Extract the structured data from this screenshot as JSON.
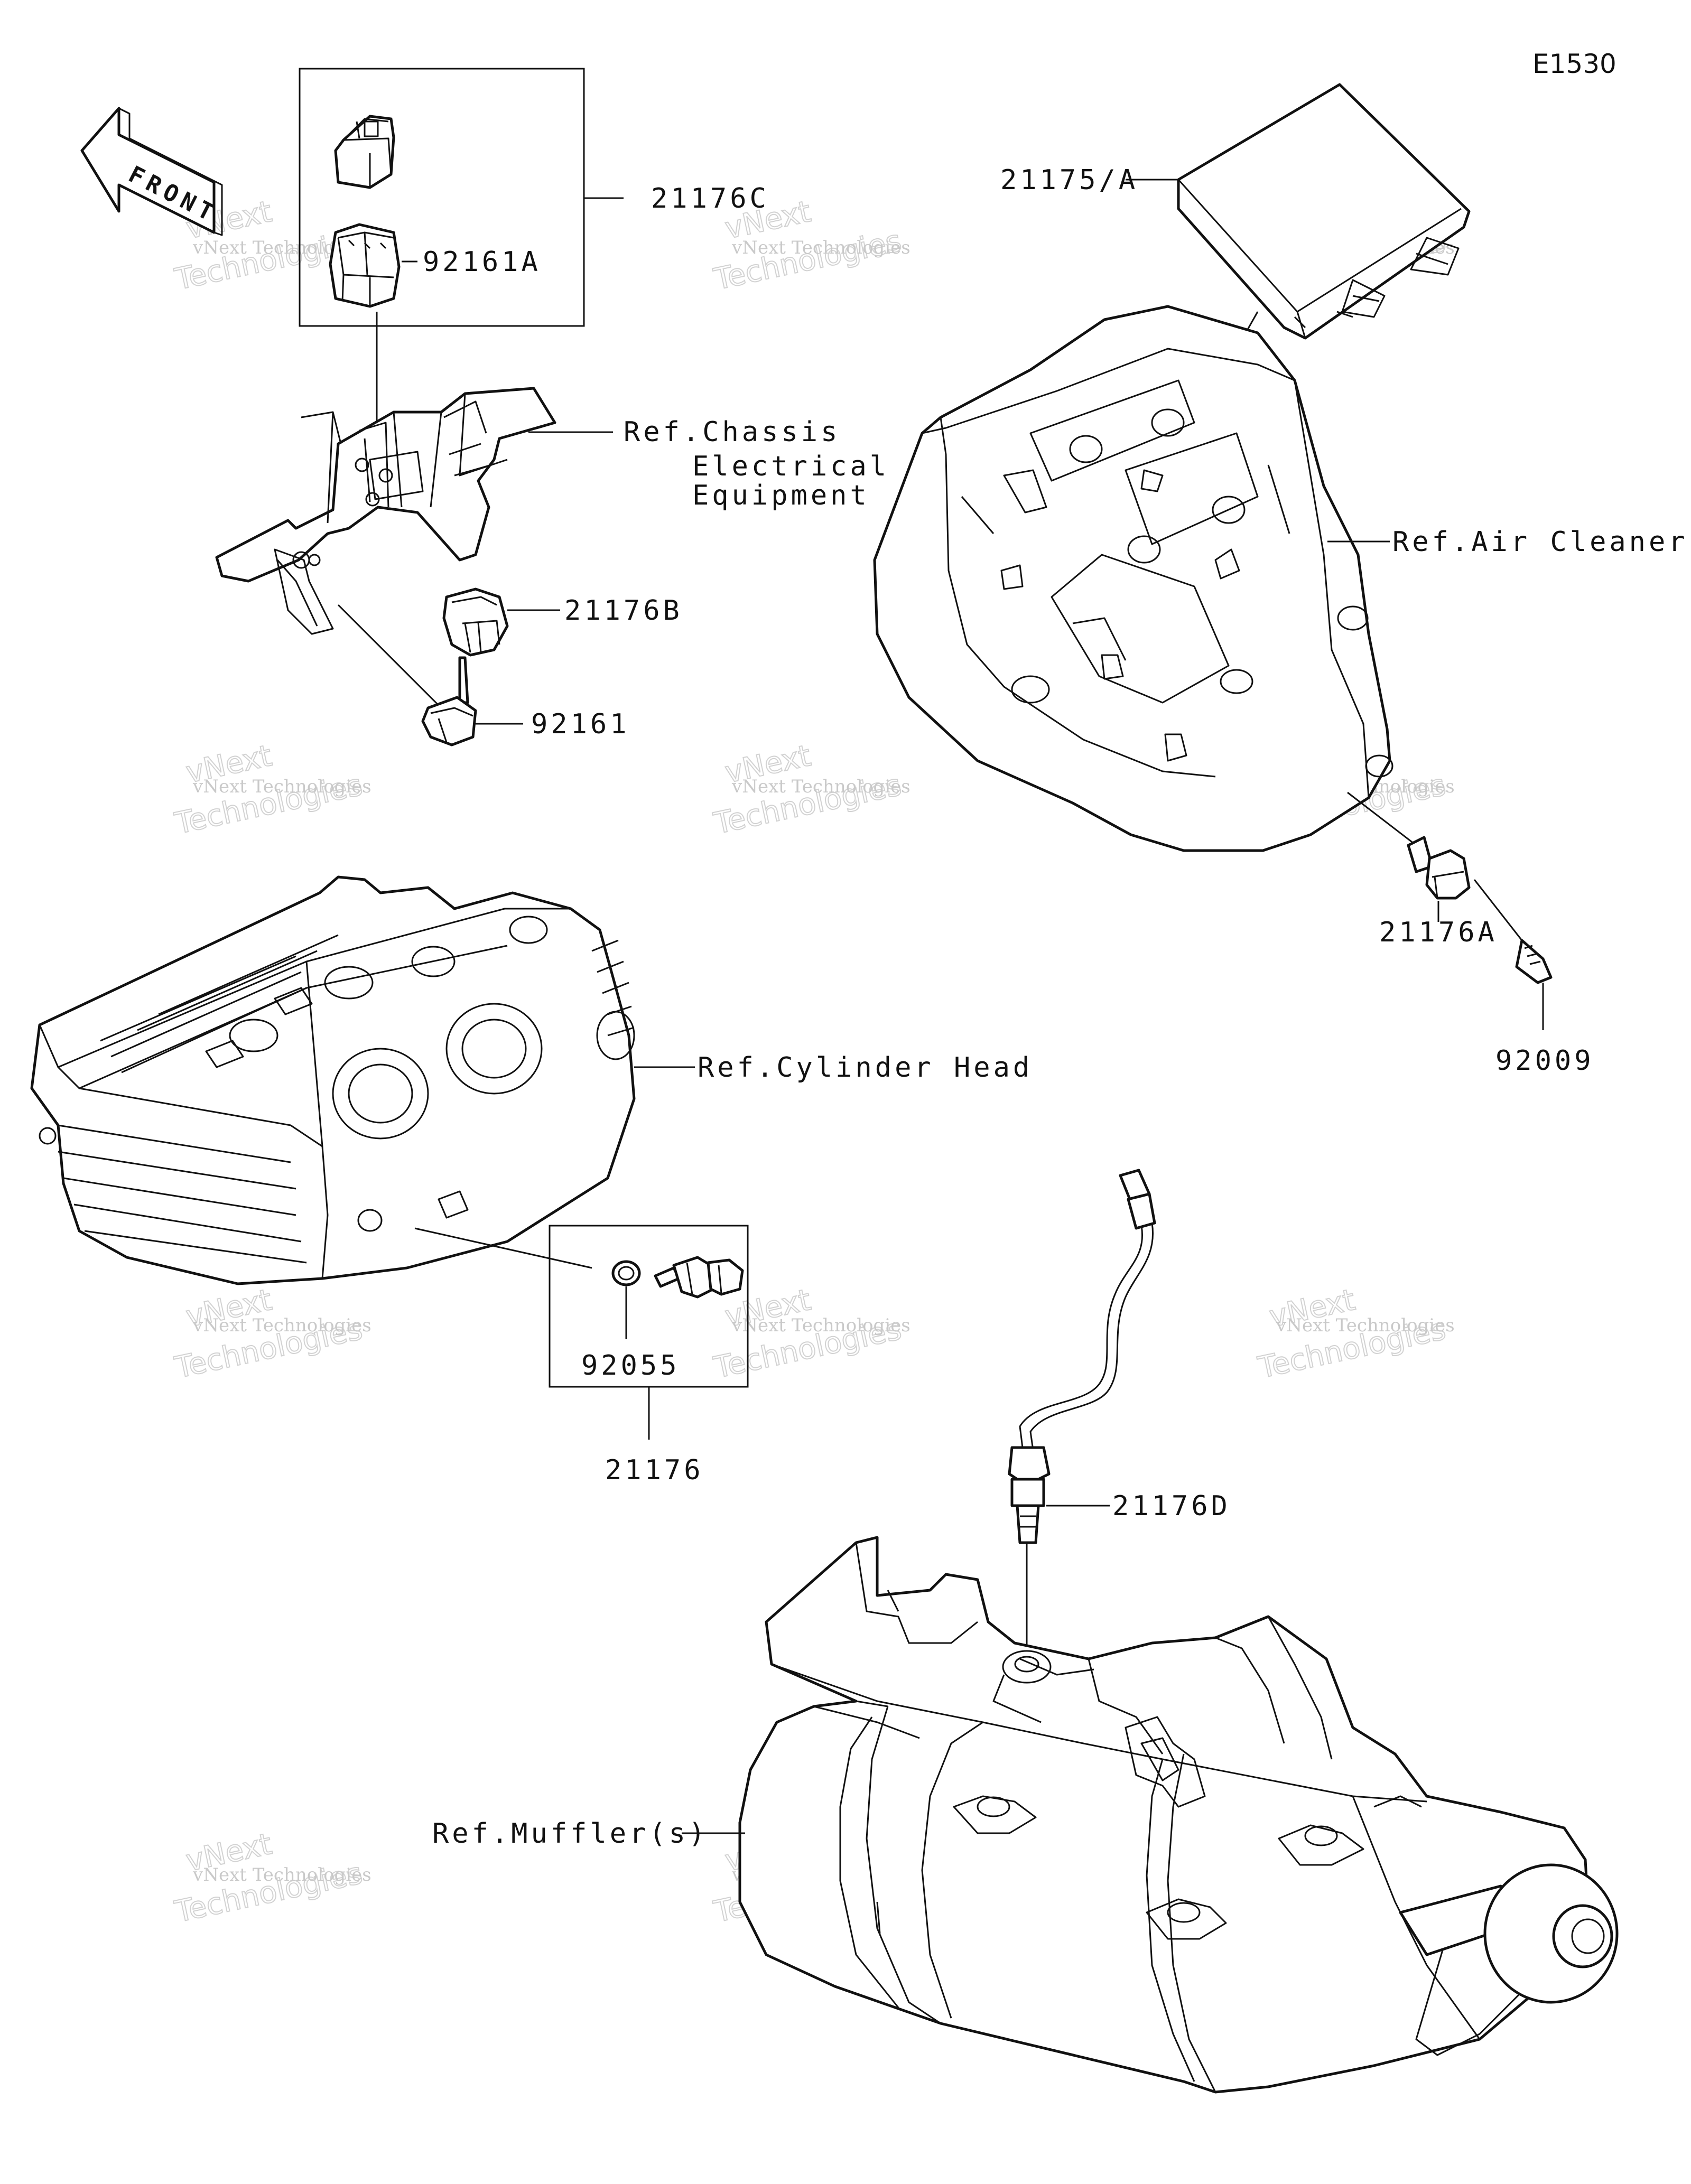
{
  "diagram_code": "E1530",
  "front_label": "FRONT",
  "watermark": {
    "line1": "vNext Technologies",
    "line2": "Technologies",
    "line3": "vNext"
  },
  "labels": {
    "p21176C": "21176C",
    "p92161A": "92161A",
    "ref_chassis_1": "Ref.Chassis",
    "ref_chassis_2": "Electrical",
    "ref_chassis_3": "Equipment",
    "p21176B": "21176B",
    "p92161": "92161",
    "p21175A": "21175/A",
    "ref_air_cleaner": "Ref.Air Cleaner",
    "p21176A": "21176A",
    "p92009": "92009",
    "ref_cylinder_head": "Ref.Cylinder Head",
    "p92055": "92055",
    "p21176": "21176",
    "p21176D": "21176D",
    "ref_muffler": "Ref.Muffler(s)"
  }
}
